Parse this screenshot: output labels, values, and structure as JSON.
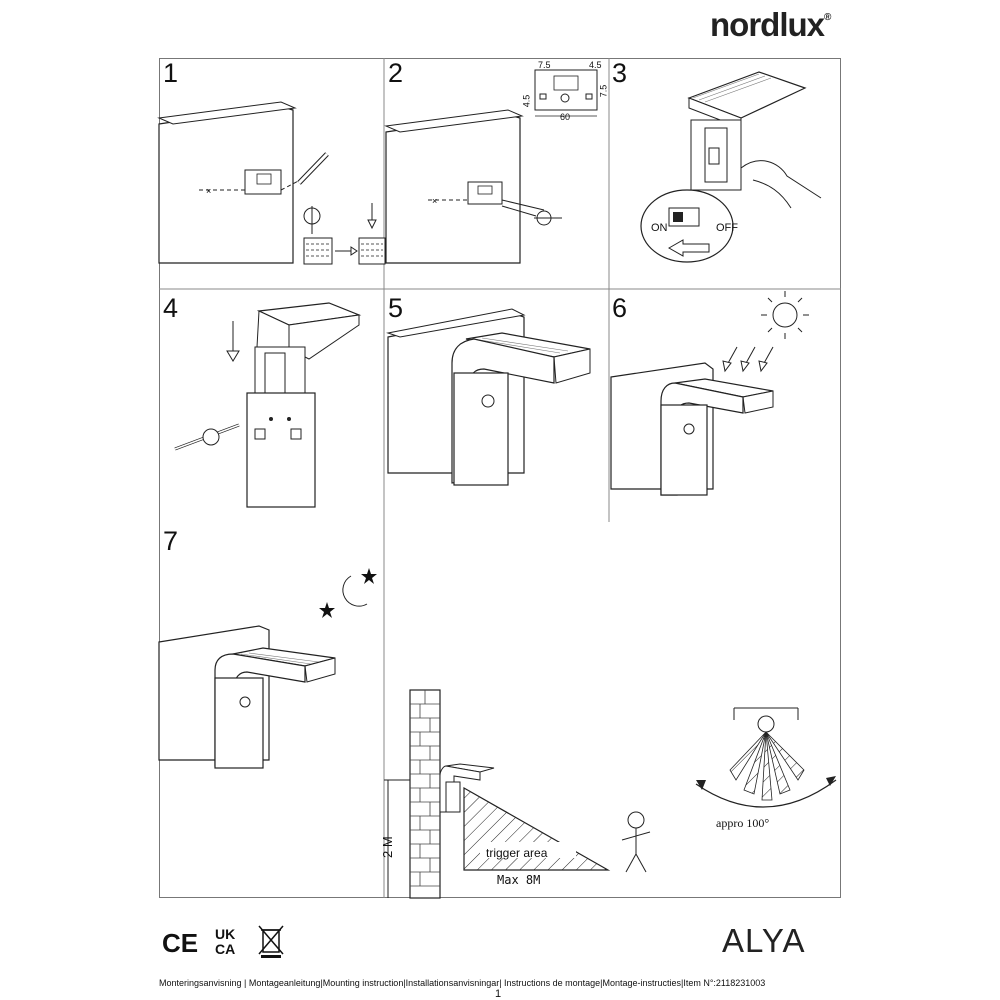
{
  "brand": {
    "name": "nordlux",
    "mark": "®"
  },
  "steps": [
    "1",
    "2",
    "3",
    "4",
    "5",
    "6",
    "7"
  ],
  "dimensions": {
    "a": "7.5",
    "b": "4.5",
    "c": "4.5",
    "d": "7.5",
    "width": "60"
  },
  "switch": {
    "on": "ON",
    "off": "OFF"
  },
  "sensor": {
    "height": "2 M",
    "trigger": "trigger area",
    "range": "Max 8M",
    "angle": "appro 100°"
  },
  "product": "ALYA",
  "certifications": {
    "ce": "CE",
    "ukca_top": "UK",
    "ukca_bottom": "CA"
  },
  "footer": "Monteringsanvisning | Montageanleitung|Mounting instruction|Installationsanvisningar| Instructions de montage|Montage-instructies|Item N°:2118231003",
  "page": "1"
}
